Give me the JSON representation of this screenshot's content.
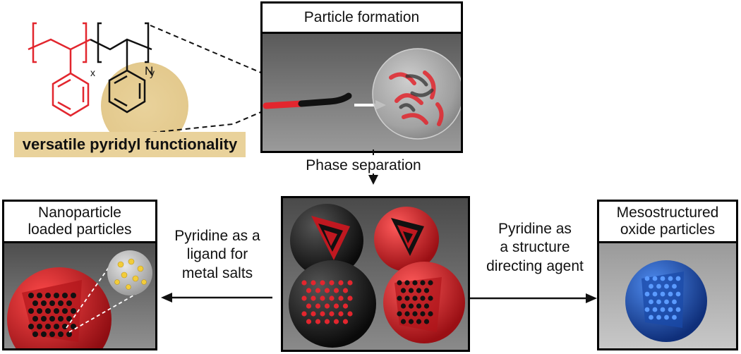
{
  "chem": {
    "subscript_x": "x",
    "subscript_y": "y",
    "pyridine_n": "N",
    "functionality_label": "versatile pyridyl functionality"
  },
  "top_panel": {
    "title": "Particle formation"
  },
  "phase_separation": "Phase separation",
  "left_panel": {
    "title_line1": "Nanoparticle",
    "title_line2": "loaded particles"
  },
  "right_panel": {
    "title_line1": "Mesostructured",
    "title_line2": "oxide particles"
  },
  "left_caption": [
    "Pyridine as a",
    "ligand for",
    "metal salts"
  ],
  "right_caption": [
    "Pyridine as",
    "a structure",
    "directing agent"
  ],
  "colors": {
    "red_block": "#e2262e",
    "black_block": "#111111",
    "highlight": "#e9d29b",
    "blue_oxide": "#1f5fc9"
  }
}
